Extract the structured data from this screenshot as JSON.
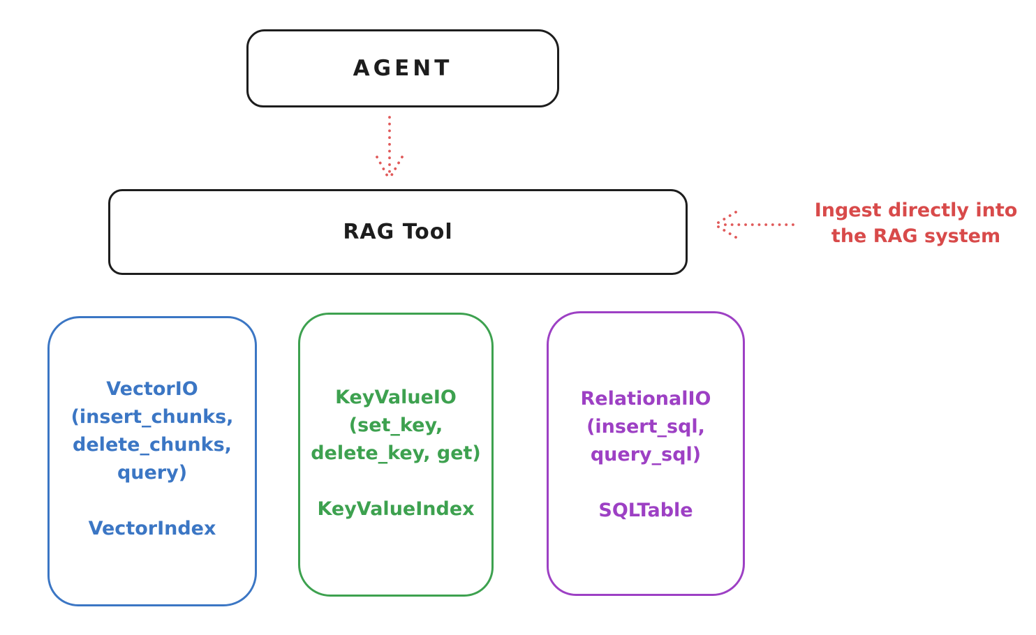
{
  "agent": {
    "label": "AGENT"
  },
  "rag_tool": {
    "label": "RAG Tool"
  },
  "annotation": {
    "line1": "Ingest directly into",
    "line2": "the RAG system",
    "color": "#d84a4a"
  },
  "arrows": {
    "agent_to_rag": "red-dotted-down-arrow",
    "ingest_to_rag": "red-dotted-left-arrow",
    "color": "#e05a5a"
  },
  "ink_color": "#1d1d1d",
  "providers": [
    {
      "name": "vector-io",
      "color": "#3b76c4",
      "lines": [
        "VectorIO",
        "(insert_chunks,",
        "delete_chunks,",
        "query)"
      ],
      "index_label": "VectorIndex"
    },
    {
      "name": "keyvalue-io",
      "color": "#3da14f",
      "lines": [
        "KeyValueIO",
        "(set_key,",
        "delete_key, get)"
      ],
      "index_label": "KeyValueIndex"
    },
    {
      "name": "relational-io",
      "color": "#9d40c4",
      "lines": [
        "RelationalIO",
        "(insert_sql,",
        "query_sql)"
      ],
      "index_label": "SQLTable"
    }
  ]
}
